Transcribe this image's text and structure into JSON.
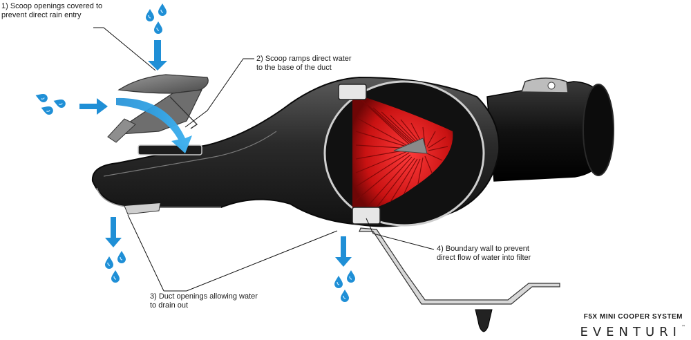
{
  "callouts": [
    {
      "id": "c1",
      "lines": [
        "1) Scoop openings covered to",
        "prevent direct rain entry"
      ]
    },
    {
      "id": "c2",
      "lines": [
        "2) Scoop ramps direct water",
        "to the base of the duct"
      ]
    },
    {
      "id": "c3",
      "lines": [
        "3) Duct openings allowing water",
        "to drain out"
      ]
    },
    {
      "id": "c4",
      "lines": [
        "4) Boundary wall to prevent",
        "direct flow of water into filter"
      ]
    }
  ],
  "brand": {
    "system": "F5X MINI COOPER SYSTEM",
    "logo": "EVENTURI",
    "trademark": "™"
  },
  "colors": {
    "water": "#1f8fd6",
    "filter": "#d81f1f",
    "duct": "#2b2b2b",
    "outline": "#111111"
  },
  "icons": [
    "water-drop-icon",
    "arrow-down-icon",
    "arrow-right-icon"
  ]
}
